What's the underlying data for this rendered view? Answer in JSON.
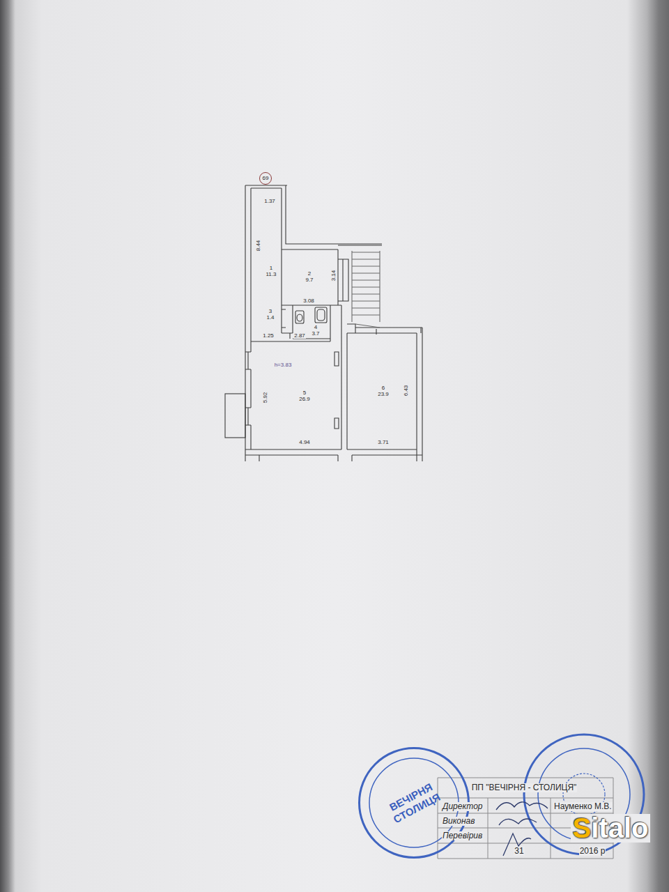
{
  "diagram": {
    "nodes": [
      {
        "text": [
          "69"
        ]
      },
      {
        "text": [
          "1",
          "11.3"
        ]
      },
      {
        "text": [
          "2",
          "9.7"
        ]
      },
      {
        "text": [
          "3",
          "1.4"
        ]
      },
      {
        "text": [
          "4",
          "3.7"
        ]
      },
      {
        "text": [
          "5",
          "26.9"
        ]
      },
      {
        "text": [
          "6",
          "23.9"
        ]
      },
      {
        "text": [
          "ВЕЧІРНЯ СТОЛИЦЯ"
        ]
      }
    ],
    "labels": [
      "1.37",
      "8.44",
      "3.14",
      "3.08",
      "1.25",
      "2.87",
      "h=3.83",
      "5.92",
      "6.43",
      "4.94",
      "3.71",
      "ПП \"ВЕЧІРНЯ - СТОЛИЦЯ\"",
      "Директор",
      "Виконав",
      "Перевірив",
      "Науменко М.В.",
      "31",
      "2016 р",
      "Sitalo"
    ]
  }
}
